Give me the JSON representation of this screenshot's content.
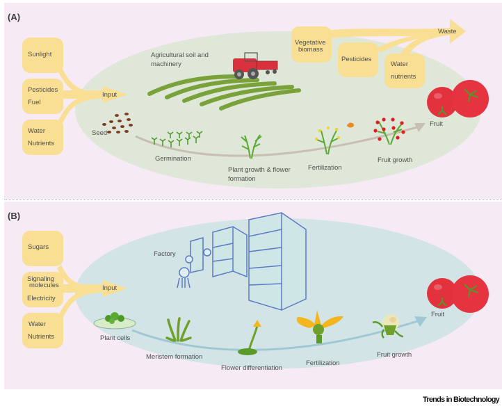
{
  "figure": {
    "credit": "Trends in Biotechnology",
    "colors": {
      "panel_bg": "#f6eaf4",
      "input_box": "#f9df94",
      "ellipse_a": "#dfe7d8",
      "ellipse_b": "#d3e4e6",
      "tomato": "#e2323e",
      "path_a": "#c9beb2",
      "path_b": "#9ec9d2"
    }
  },
  "panel_a": {
    "label": "(A)",
    "inputs": [
      {
        "lines": [
          "Sunlight"
        ]
      },
      {
        "lines": [
          "Pesticides",
          "Fuel"
        ]
      },
      {
        "lines": [
          "Water",
          "Nutrients"
        ]
      }
    ],
    "input_arrow_label": "Input",
    "scene_label": [
      "Agricultural soil and",
      "machinery"
    ],
    "waste": {
      "label": "Waste",
      "sources": [
        {
          "lines": [
            "Vegetative",
            "biomass"
          ]
        },
        {
          "lines": [
            "Pesticides"
          ]
        },
        {
          "lines": [
            "Water",
            "nutrients"
          ]
        }
      ]
    },
    "stages": {
      "seed": "Seed",
      "germination": "Germination",
      "plant_growth": [
        "Plant growth & flower",
        "formation"
      ],
      "fertilization": "Fertilization",
      "fruit_growth": "Fruit growth",
      "fruit": "Fruit"
    }
  },
  "panel_b": {
    "label": "(B)",
    "inputs": [
      {
        "lines": [
          "Sugars"
        ]
      },
      {
        "lines": [
          "Signaling",
          "molecules",
          "Electricity"
        ]
      },
      {
        "lines": [
          "Water",
          "Nutrients"
        ]
      }
    ],
    "input_arrow_label": "Input",
    "scene_label": "Factory",
    "stages": {
      "plant_cells": "Plant cells",
      "meristem": "Meristem formation",
      "flower_diff": "Flower differentiation",
      "fertilization": "Fertilization",
      "fruit_growth": "Fruit growth",
      "fruit": "Fruit"
    }
  }
}
